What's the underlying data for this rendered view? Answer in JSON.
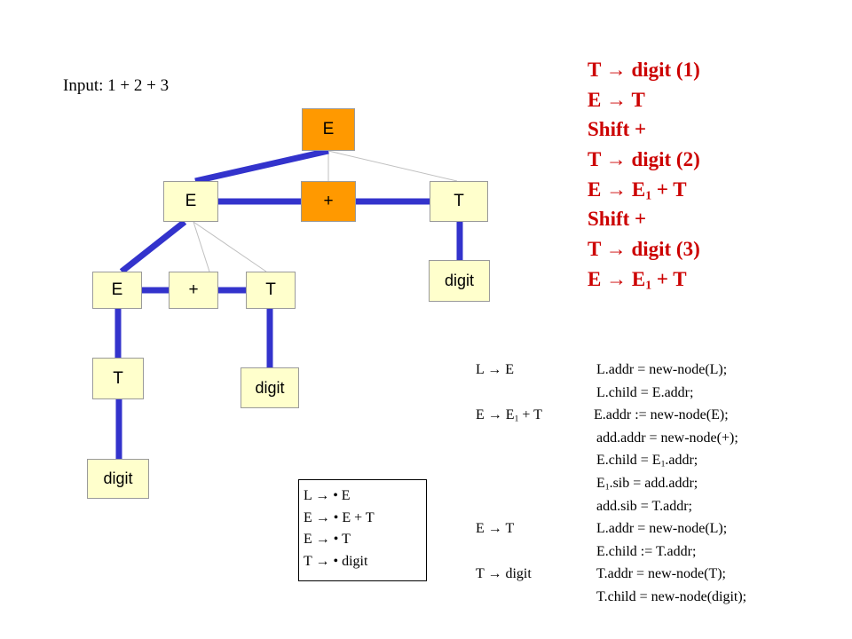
{
  "input_label": "Input: 1 + 2 + 3",
  "arrow": "→",
  "dot": "•",
  "colors": {
    "node_fill": "#ffffcc",
    "active_node_fill": "#ff9900",
    "tree_edge": "#3333cc",
    "grammar_link": "#c0c0c0",
    "steps_text": "#cc0000"
  },
  "tree": {
    "root_E": "E",
    "mid_E": "E",
    "mid_plus": "+",
    "mid_T": "T",
    "right_digit": "digit",
    "low_E": "E",
    "low_plus": "+",
    "low_T": "T",
    "left_T": "T",
    "center_digit": "digit",
    "bottom_digit": "digit"
  },
  "steps": [
    {
      "lhs": "T",
      "rhs": "digit (1)",
      "sub": "",
      "tail": ""
    },
    {
      "lhs": "E",
      "rhs": "T",
      "sub": "",
      "tail": ""
    },
    {
      "text": "Shift +"
    },
    {
      "lhs": "T",
      "rhs": "digit (2)",
      "sub": "",
      "tail": ""
    },
    {
      "lhs": "E",
      "rhs": "E",
      "sub": "1",
      "tail": " + T"
    },
    {
      "text": "Shift +"
    },
    {
      "lhs": "T",
      "rhs": "digit (3)",
      "sub": "",
      "tail": ""
    },
    {
      "lhs": "E",
      "rhs": "E",
      "sub": "1",
      "tail": " + T"
    }
  ],
  "rules": [
    {
      "lhs": "L",
      "rhs": "E",
      "sub": "",
      "tail": "",
      "action": {
        "pre": "L.addr = new-node(L);",
        "sub": "",
        "post": ""
      }
    },
    {
      "action": {
        "pre": "L.child = E.addr;",
        "sub": "",
        "post": ""
      }
    },
    {
      "lhs": "E",
      "rhs": "E",
      "sub": "1",
      "tail": " + T",
      "action": {
        "pre": "E.addr := new-node(E);",
        "sub": "",
        "post": ""
      }
    },
    {
      "action": {
        "pre": "add.addr = new-node(+);",
        "sub": "",
        "post": ""
      }
    },
    {
      "action": {
        "pre": "E.child = E",
        "sub": "1",
        "post": ".addr;"
      }
    },
    {
      "action": {
        "pre": "E",
        "sub": "1",
        "post": ".sib = add.addr;"
      }
    },
    {
      "action": {
        "pre": "add.sib = T.addr;",
        "sub": "",
        "post": ""
      }
    },
    {
      "lhs": "E",
      "rhs": "T",
      "sub": "",
      "tail": "",
      "action": {
        "pre": "L.addr = new-node(L);",
        "sub": "",
        "post": ""
      }
    },
    {
      "action": {
        "pre": "E.child := T.addr;",
        "sub": "",
        "post": ""
      }
    },
    {
      "lhs": "T",
      "rhs": "digit",
      "sub": "",
      "tail": "",
      "action": {
        "pre": "T.addr = new-node(T);",
        "sub": "",
        "post": ""
      }
    },
    {
      "action": {
        "pre": "T.child = new-node(digit);",
        "sub": "",
        "post": ""
      }
    }
  ],
  "items": [
    {
      "lhs": "L",
      "rhs": "E"
    },
    {
      "lhs": "E",
      "rhs": "E + T"
    },
    {
      "lhs": "E",
      "rhs": "T"
    },
    {
      "lhs": "T",
      "rhs": "digit"
    }
  ]
}
